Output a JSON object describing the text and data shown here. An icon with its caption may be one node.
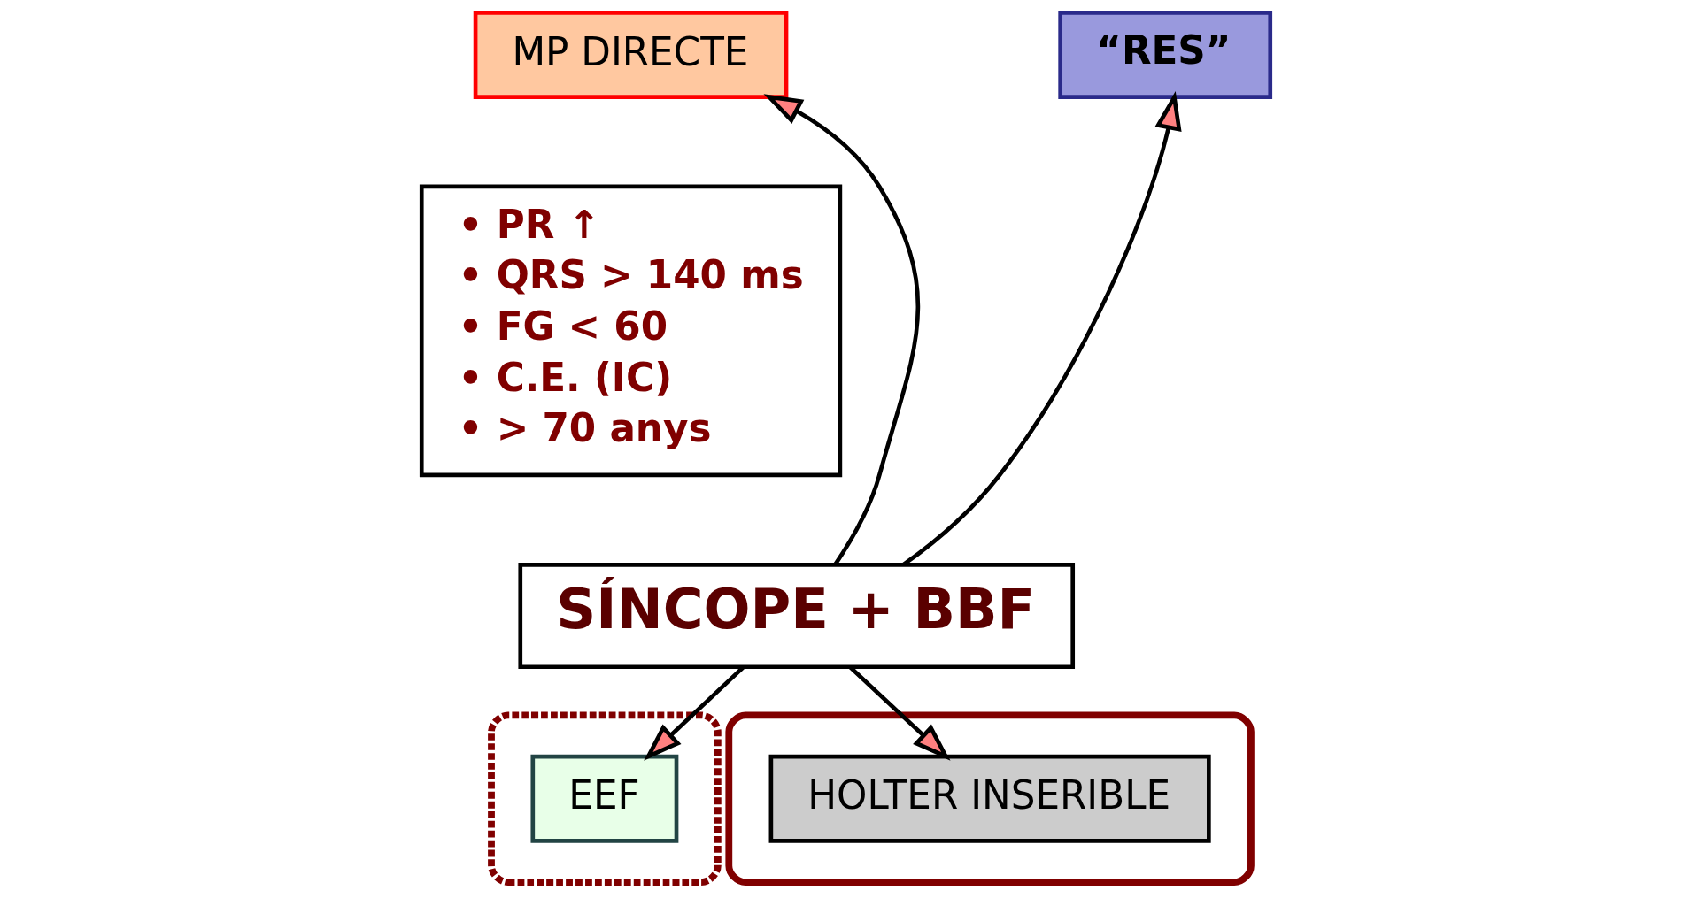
{
  "diagram": {
    "nodes": [
      {
        "text": [
          "MP DIRECTE"
        ]
      },
      {
        "text": [
          "• PR ↑",
          "• QRS > 140 ms",
          "• FG < 60",
          "• C.E. (IC)",
          "• > 70 anys"
        ]
      },
      {
        "text": [
          "SÍNCOPE + BBF"
        ]
      },
      {
        "text": [
          "“RES”"
        ]
      },
      {
        "text": [],
        "shape": "ellipse"
      },
      {
        "text": [
          "EEF"
        ],
        "in": 4
      },
      {
        "text": [],
        "shape": "ellipse"
      },
      {
        "text": [
          "HOLTER INSERIBLE"
        ],
        "in": 6
      }
    ],
    "edges": [
      {
        "from": 2,
        "to": 0,
        "arrow": "to"
      },
      {
        "from": 2,
        "to": 3,
        "arrow": "to"
      },
      {
        "from": 2,
        "to": 5,
        "arrow": "to"
      },
      {
        "from": 2,
        "to": 7,
        "arrow": "to"
      }
    ]
  }
}
